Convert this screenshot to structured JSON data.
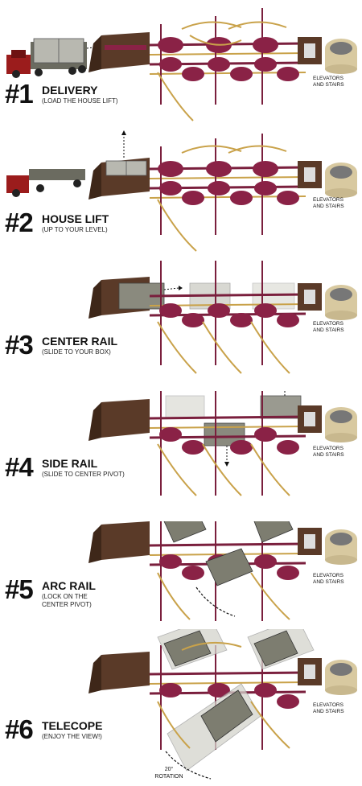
{
  "steps": [
    {
      "number": "#1",
      "title": "DELIVERY",
      "subtitle": [
        "(LOAD THE HOUSE LIFT)"
      ],
      "elevators": [
        "ELEVATORS",
        "AND STAIRS"
      ]
    },
    {
      "number": "#2",
      "title": "HOUSE LIFT",
      "subtitle": [
        "(UP TO YOUR LEVEL)"
      ],
      "elevators": [
        "ELEVATORS",
        "AND STAIRS"
      ]
    },
    {
      "number": "#3",
      "title": "CENTER RAIL",
      "subtitle": [
        "(SLIDE TO YOUR BOX)"
      ],
      "elevators": [
        "ELEVATORS",
        "AND STAIRS"
      ]
    },
    {
      "number": "#4",
      "title": "SIDE RAIL",
      "subtitle": [
        "(SLIDE TO CENTER PIVOT)"
      ],
      "elevators": [
        "ELEVATORS",
        "AND STAIRS"
      ]
    },
    {
      "number": "#5",
      "title": "ARC RAIL",
      "subtitle": [
        "(LOCK ON THE",
        "CENTER PIVOT)"
      ],
      "elevators": [
        "ELEVATORS",
        "AND STAIRS"
      ]
    },
    {
      "number": "#6",
      "title": "TELECOPE",
      "subtitle": [
        "(ENJOY THE VIEW!)"
      ],
      "elevators": [
        "ELEVATORS",
        "AND STAIRS"
      ]
    }
  ],
  "rotation": {
    "degrees": "20°",
    "label": "ROTATION"
  },
  "colors": {
    "rail_maroon": "#7a1f3d",
    "rail_gold": "#c9a24a",
    "disc": "#8a2246",
    "platform_brown": "#5a3a28",
    "box_grey": "#9a9a94",
    "truck_red": "#9b1c1c",
    "silo": "#d8c9a0"
  }
}
